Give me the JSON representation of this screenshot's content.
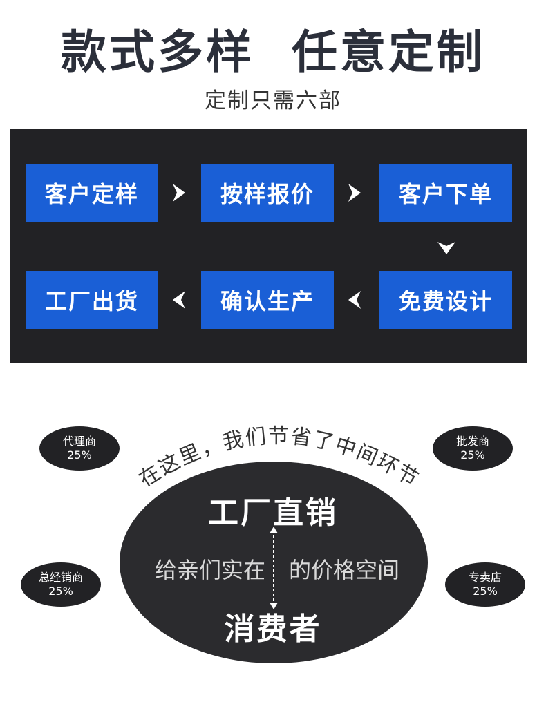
{
  "header": {
    "title": "款式多样  任意定制",
    "subtitle": "定制只需六部"
  },
  "process": {
    "steps": [
      "客户定样",
      "按样报价",
      "客户下单",
      "免费设计",
      "确认生产",
      "工厂出货"
    ]
  },
  "channel": {
    "arc_text": "在这里，我们节省了中间环节",
    "factory": "工厂直销",
    "consumer": "消费者",
    "price_left": "给亲们实在",
    "price_right": "的价格空间",
    "badges": [
      {
        "label": "代理商",
        "value": "25%"
      },
      {
        "label": "批发商",
        "value": "25%"
      },
      {
        "label": "总经销商",
        "value": "25%"
      },
      {
        "label": "专卖店",
        "value": "25%"
      }
    ]
  },
  "colors": {
    "step_blue": "#1a5fd6",
    "panel_dark": "#222225",
    "title_dark": "#2b2f3a"
  }
}
